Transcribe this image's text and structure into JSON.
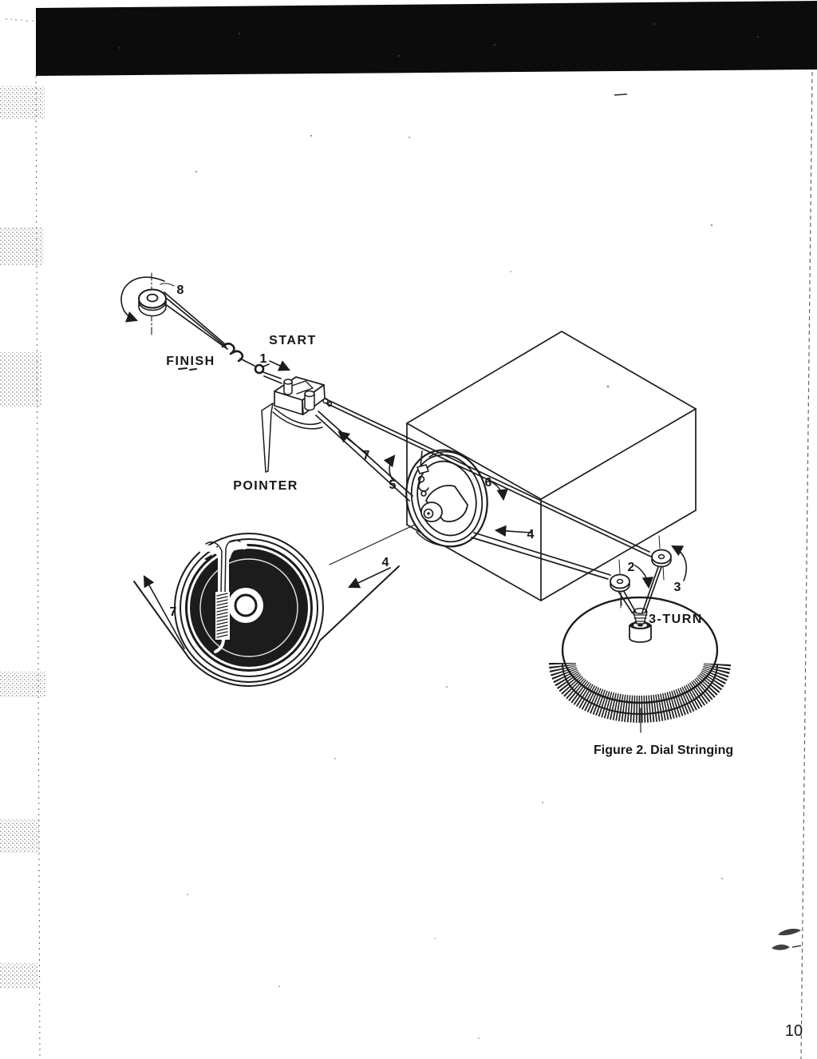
{
  "page": {
    "background_color": "#ffffff",
    "ink_color": "#1c1c1c",
    "header_bar_color": "#0c0c0c",
    "page_number": "10"
  },
  "figure": {
    "caption": "Figure 2.  Dial Stringing",
    "labels": {
      "start": "START",
      "finish": "FINISH",
      "pointer": "POINTER",
      "three_turn": "3-TURN",
      "n1": "1",
      "n2": "2",
      "n3": "3",
      "n4": "4",
      "n5": "5",
      "n6": "6",
      "n7": "7",
      "n8": "8"
    }
  }
}
